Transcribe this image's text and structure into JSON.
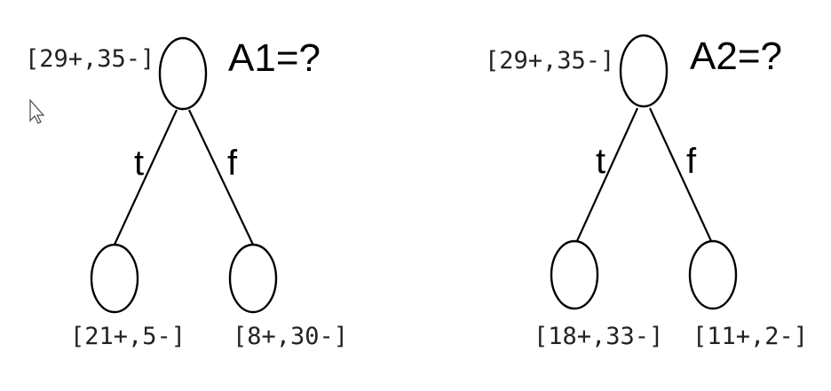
{
  "icons": {
    "cursor": "mouse-pointer-icon"
  },
  "trees": [
    {
      "attribute_label": "A1=?",
      "root_counts": "[29+,35-]",
      "edge_true_label": "t",
      "edge_false_label": "f",
      "left_child_counts": "[21+,5-]",
      "right_child_counts": "[8+,30-]"
    },
    {
      "attribute_label": "A2=?",
      "root_counts": "[29+,35-]",
      "edge_true_label": "t",
      "edge_false_label": "f",
      "left_child_counts": "[18+,33-]",
      "right_child_counts": "[11+,2-]"
    }
  ]
}
